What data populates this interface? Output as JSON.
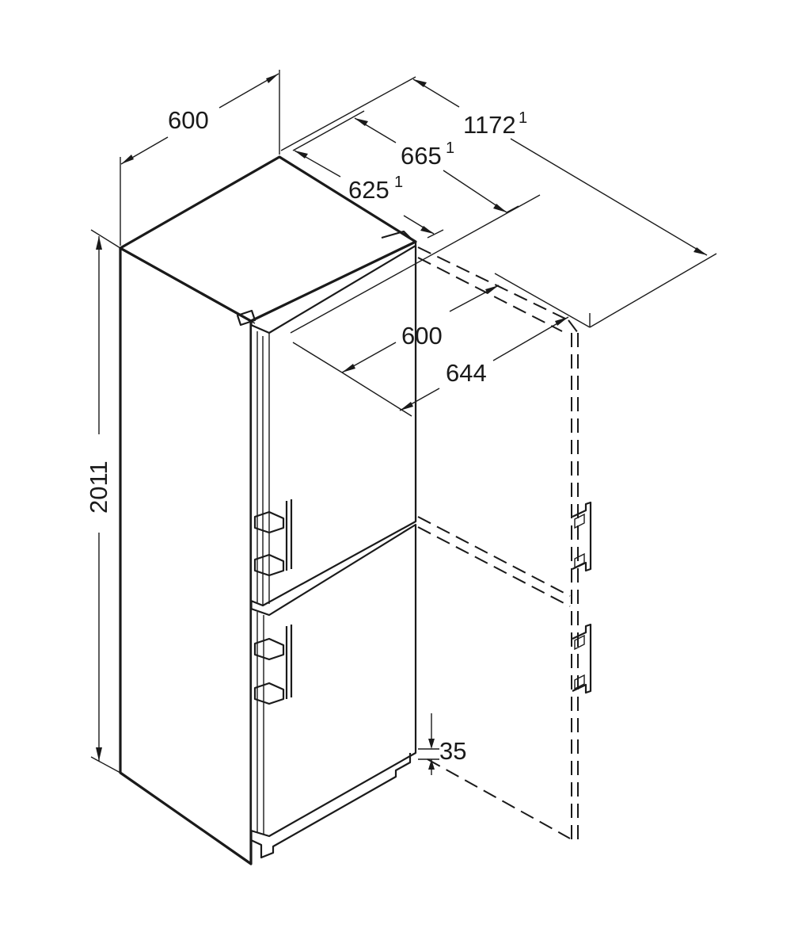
{
  "dimensions": {
    "width_top": {
      "value": "600"
    },
    "total_depth_open": {
      "value": "1172",
      "note": "1"
    },
    "depth_665": {
      "value": "665",
      "note": "1"
    },
    "depth_625": {
      "value": "625",
      "note": "1"
    },
    "depth_600": {
      "value": "600"
    },
    "width_644": {
      "value": "644"
    },
    "height": {
      "value": "2011"
    },
    "gap_35": {
      "value": "35"
    }
  }
}
